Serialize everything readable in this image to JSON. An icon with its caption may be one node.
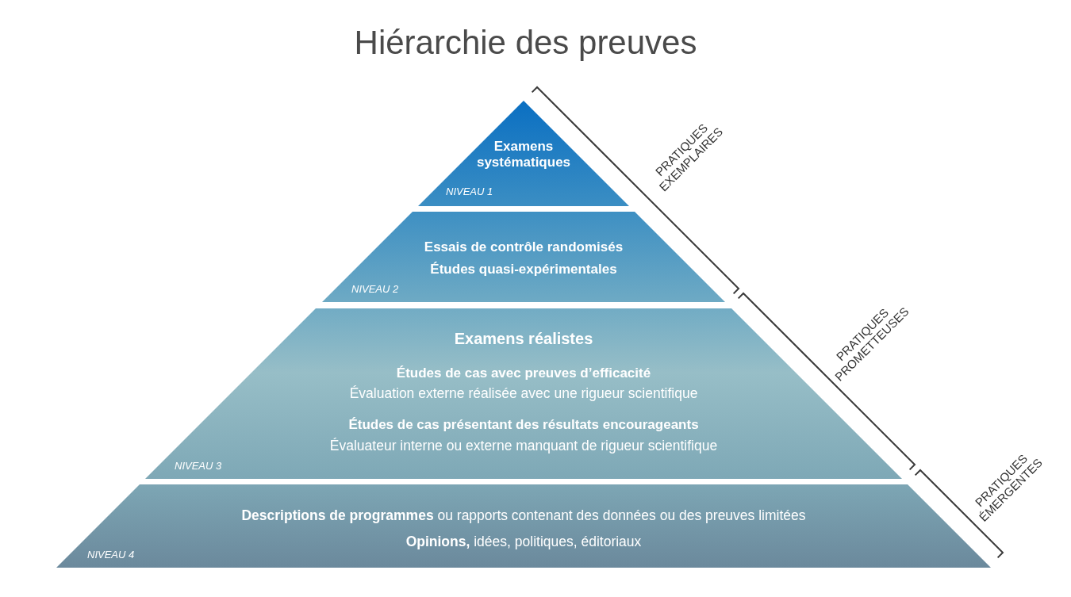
{
  "diagram": {
    "title": "Hiérarchie des preuves",
    "nodes": [
      {
        "text": [
          "Examens systématiques",
          "NIVEAU 1"
        ]
      },
      {
        "text": [
          "Essais de contrôle randomisés",
          "Études quasi-expérimentales",
          "NIVEAU 2"
        ]
      },
      {
        "text": [
          "Examens réalistes",
          "Études de cas avec preuves d’efficacité",
          "Évaluation externe réalisée avec une rigueur scientifique",
          "Études de cas présentant des résultats encourageants",
          "Évaluateur interne ou externe manquant de rigueur scientifique",
          "NIVEAU 3"
        ]
      },
      {
        "text": [
          "**Descriptions de programmes** ou rapports contenant des données ou des preuves limitées",
          "**Opinions,** idées, politiques, éditoriaux",
          "NIVEAU 4"
        ]
      }
    ],
    "labels": [
      "PRATIQUES EXEMPLAIRES",
      "PRATIQUES PROMETTEUSES",
      "PRATIQUES ÉMERGENTES"
    ]
  }
}
